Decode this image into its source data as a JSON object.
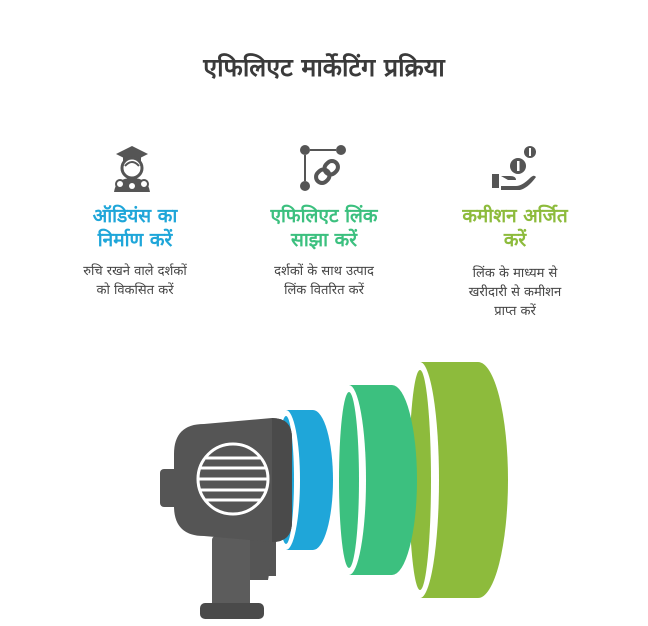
{
  "title": "एफिलिएट मार्केटिंग प्रक्रिया",
  "steps": [
    {
      "icon": "person-graduate-icon",
      "title_lines": [
        "ऑडियंस का",
        "निर्माण करें"
      ],
      "desc_lines": [
        "रुचि रखने वाले दर्शकों",
        "को विकसित करें"
      ],
      "color": "#1fa6d9"
    },
    {
      "icon": "link-chain-icon",
      "title_lines": [
        "एफिलिएट लिंक",
        "साझा करें"
      ],
      "desc_lines": [
        "दर्शकों के साथ उत्पाद",
        "लिंक वितरित करें"
      ],
      "color": "#3cc07f"
    },
    {
      "icon": "hand-coin-icon",
      "title_lines": [
        "कमीशन अर्जित",
        "करें"
      ],
      "desc_lines": [
        "लिंक के माध्यम से",
        "खरीदारी से कमीशन",
        "प्राप्त करें"
      ],
      "color": "#8dbb3c"
    }
  ],
  "colors": {
    "dark": "#555555",
    "blue": "#1fa6d9",
    "green": "#3cc07f",
    "lime": "#8dbb3c"
  }
}
